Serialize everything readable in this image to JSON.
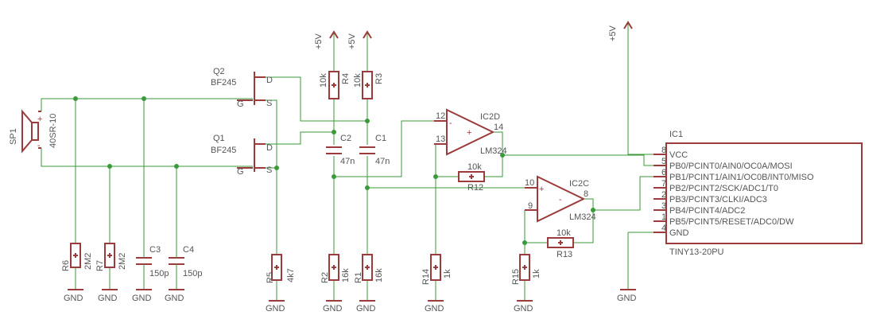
{
  "components": {
    "sp1": {
      "ref": "SP1",
      "value": "40SR-10",
      "plus": "+",
      "minus": "-"
    },
    "q1": {
      "ref": "Q1",
      "value": "BF245",
      "d": "D",
      "g": "G",
      "s": "S"
    },
    "q2": {
      "ref": "Q2",
      "value": "BF245",
      "d": "D",
      "g": "G",
      "s": "S"
    },
    "r1": {
      "ref": "R1",
      "value": "16k"
    },
    "r2": {
      "ref": "R2",
      "value": "16k"
    },
    "r3": {
      "ref": "R3",
      "value": "10k"
    },
    "r4": {
      "ref": "R4",
      "value": "10k"
    },
    "r5": {
      "ref": "R5",
      "value": "4k7"
    },
    "r6": {
      "ref": "R6",
      "value": "2M2"
    },
    "r7": {
      "ref": "R7",
      "value": "2M2"
    },
    "r12": {
      "ref": "R12",
      "value": "10k"
    },
    "r13": {
      "ref": "R13",
      "value": "10k"
    },
    "r14": {
      "ref": "R14",
      "value": "1k"
    },
    "r15": {
      "ref": "R15",
      "value": "1k"
    },
    "c1": {
      "ref": "C1",
      "value": "47n"
    },
    "c2": {
      "ref": "C2",
      "value": "47n"
    },
    "c3": {
      "ref": "C3",
      "value": "150p"
    },
    "c4": {
      "ref": "C4",
      "value": "150p"
    },
    "ic2d": {
      "ref": "IC2D",
      "value": "LM324",
      "pin_inv": "12",
      "pin_non": "13",
      "pin_out": "14"
    },
    "ic2c": {
      "ref": "IC2C",
      "value": "LM324",
      "pin_inv": "10",
      "pin_non": "9",
      "pin_out": "8"
    },
    "ic1": {
      "ref": "IC1",
      "value": "TINY13-20PU",
      "pins": [
        {
          "num": "8",
          "name": "VCC"
        },
        {
          "num": "5",
          "name": "PB0/PCINT0/AIN0/OC0A/MOSI"
        },
        {
          "num": "6",
          "name": "PB1/PCINT1/AIN1/OC0B/INT0/MISO"
        },
        {
          "num": "7",
          "name": "PB2/PCINT2/SCK/ADC1/T0"
        },
        {
          "num": "2",
          "name": "PB3/PCINT3/CLKI/ADC3"
        },
        {
          "num": "3",
          "name": "PB4/PCINT4/ADC2"
        },
        {
          "num": "1",
          "name": "PB5/PCINT5/RESET/ADC0/DW"
        },
        {
          "num": "4",
          "name": "GND"
        }
      ]
    }
  },
  "supply": {
    "vcc": "+5V",
    "gnd": "GND"
  },
  "opamp": {
    "plus": "+",
    "minus": "-"
  },
  "colors": {
    "wire": "#3a9a3a",
    "symbol": "#9b3b3b",
    "text": "#555555"
  }
}
